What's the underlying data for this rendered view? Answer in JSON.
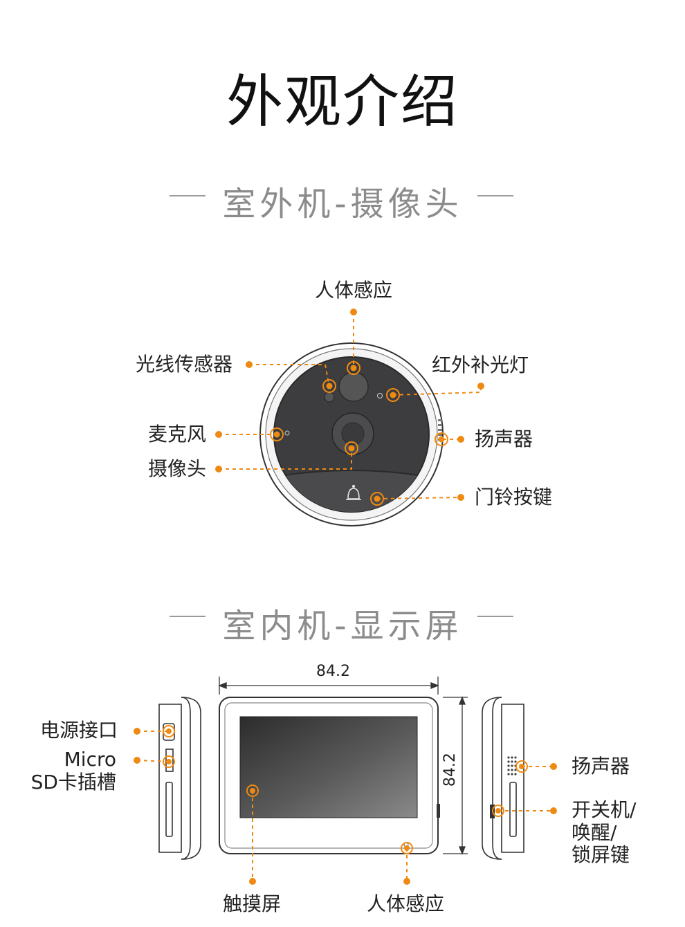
{
  "title": "外观介绍",
  "outdoor": {
    "heading": "室外机-摄像头",
    "labels": {
      "pir": "人体感应",
      "light_sensor": "光线传感器",
      "ir_light": "红外补光灯",
      "mic": "麦克风",
      "speaker": "扬声器",
      "camera": "摄像头",
      "doorbell": "门铃按键"
    }
  },
  "indoor": {
    "heading": "室内机-显示屏",
    "dimensions": {
      "width": "84.2",
      "height": "84.2"
    },
    "labels": {
      "power_port": "电源接口",
      "sd_line1": "Micro",
      "sd_line2": "SD卡插槽",
      "speaker": "扬声器",
      "power_line1": "开关机/",
      "power_line2": "唤醒/",
      "power_line3": "锁屏键",
      "touchscreen": "触摸屏",
      "pir": "人体感应"
    }
  },
  "colors": {
    "accent": "#ee8a12",
    "device_dark": "#3e3e40",
    "text_gray": "#8c8c8c"
  }
}
